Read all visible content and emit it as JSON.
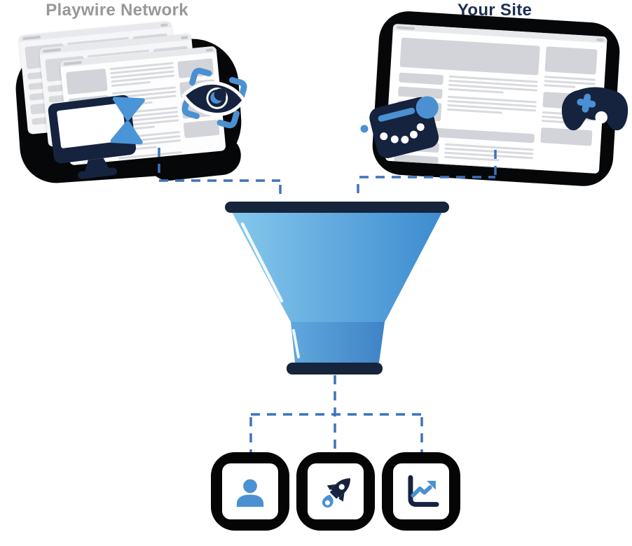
{
  "titles": {
    "left": "Playwire Network",
    "right": "Your Site"
  },
  "colors": {
    "navy": "#15233e",
    "shell_black": "#060708",
    "light_blue": "#4a90d2",
    "dashed_line": "#3b74bb",
    "funnel_gradient_start": "#85c8ec",
    "funnel_gradient_end": "#3d8bd0",
    "funnel_neck_start": "#60a8de",
    "funnel_neck_end": "#3f83c5",
    "placeholder_gray": "#d2d4d9",
    "title_gray": "#97989a",
    "title_navy": "#1d2f52"
  },
  "icons": {
    "left_group": [
      "monitor-hourglass-icon",
      "viewability-eye-icon"
    ],
    "right_group": [
      "wallet-payment-icon",
      "game-controller-icon"
    ],
    "funnel": "funnel-shape",
    "outputs": [
      "audience-person-icon",
      "growth-rocket-icon",
      "analytics-chart-icon"
    ]
  }
}
